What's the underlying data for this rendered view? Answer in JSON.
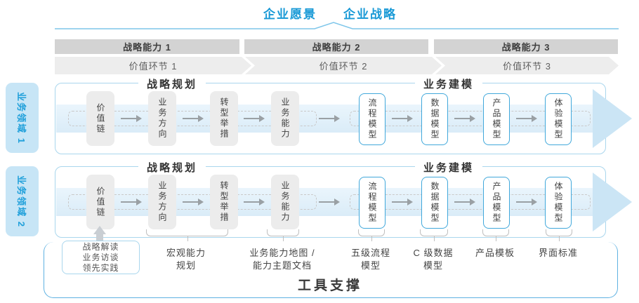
{
  "header": {
    "vision_label": "企业愿景",
    "strategy_label": "企业战略",
    "capability_bars": [
      "战略能力 1",
      "战略能力 2",
      "战略能力 3"
    ],
    "value_chain_segments": [
      "价值环节 1",
      "价值环节 2",
      "价值环节 3"
    ]
  },
  "domain_tabs": [
    "业务领域 1",
    "业务领域 2"
  ],
  "flow_row": {
    "planning_section_title": "战略规划",
    "modeling_section_title": "业务建模",
    "planning_steps": [
      "价值链",
      "业务方向",
      "转型举措",
      "业务能力"
    ],
    "modeling_steps": [
      "流程模型",
      "数据模型",
      "产品模型",
      "体验模型"
    ]
  },
  "footer": {
    "inputs_box_lines": [
      "战略解读",
      "业务访谈",
      "领先实践"
    ],
    "deliverable_labels": [
      {
        "line1": "宏观能力",
        "line2": "规划"
      },
      {
        "line1": "业务能力地图 /",
        "line2": "能力主题文档"
      },
      {
        "line1": "五级流程",
        "line2": "模型"
      },
      {
        "line1": "C 级数据",
        "line2": "模型"
      },
      {
        "line1": "产品模板",
        "line2": ""
      },
      {
        "line1": "界面标准",
        "line2": ""
      }
    ],
    "support_bar_title": "工具支撑"
  },
  "colors": {
    "accent_blue": "#1899D6",
    "panel_border_blue": "#A9D6ED",
    "box_border_blue": "#41A8DB",
    "band_blue": "#DFEEF9",
    "tab_bg_blue": "#C7E5F6",
    "support_border_blue": "#5FB2E2",
    "bar_gray": "#D3D3D3",
    "chevron_gray": "#EDEDED",
    "box_gray": "#ECECEC"
  }
}
